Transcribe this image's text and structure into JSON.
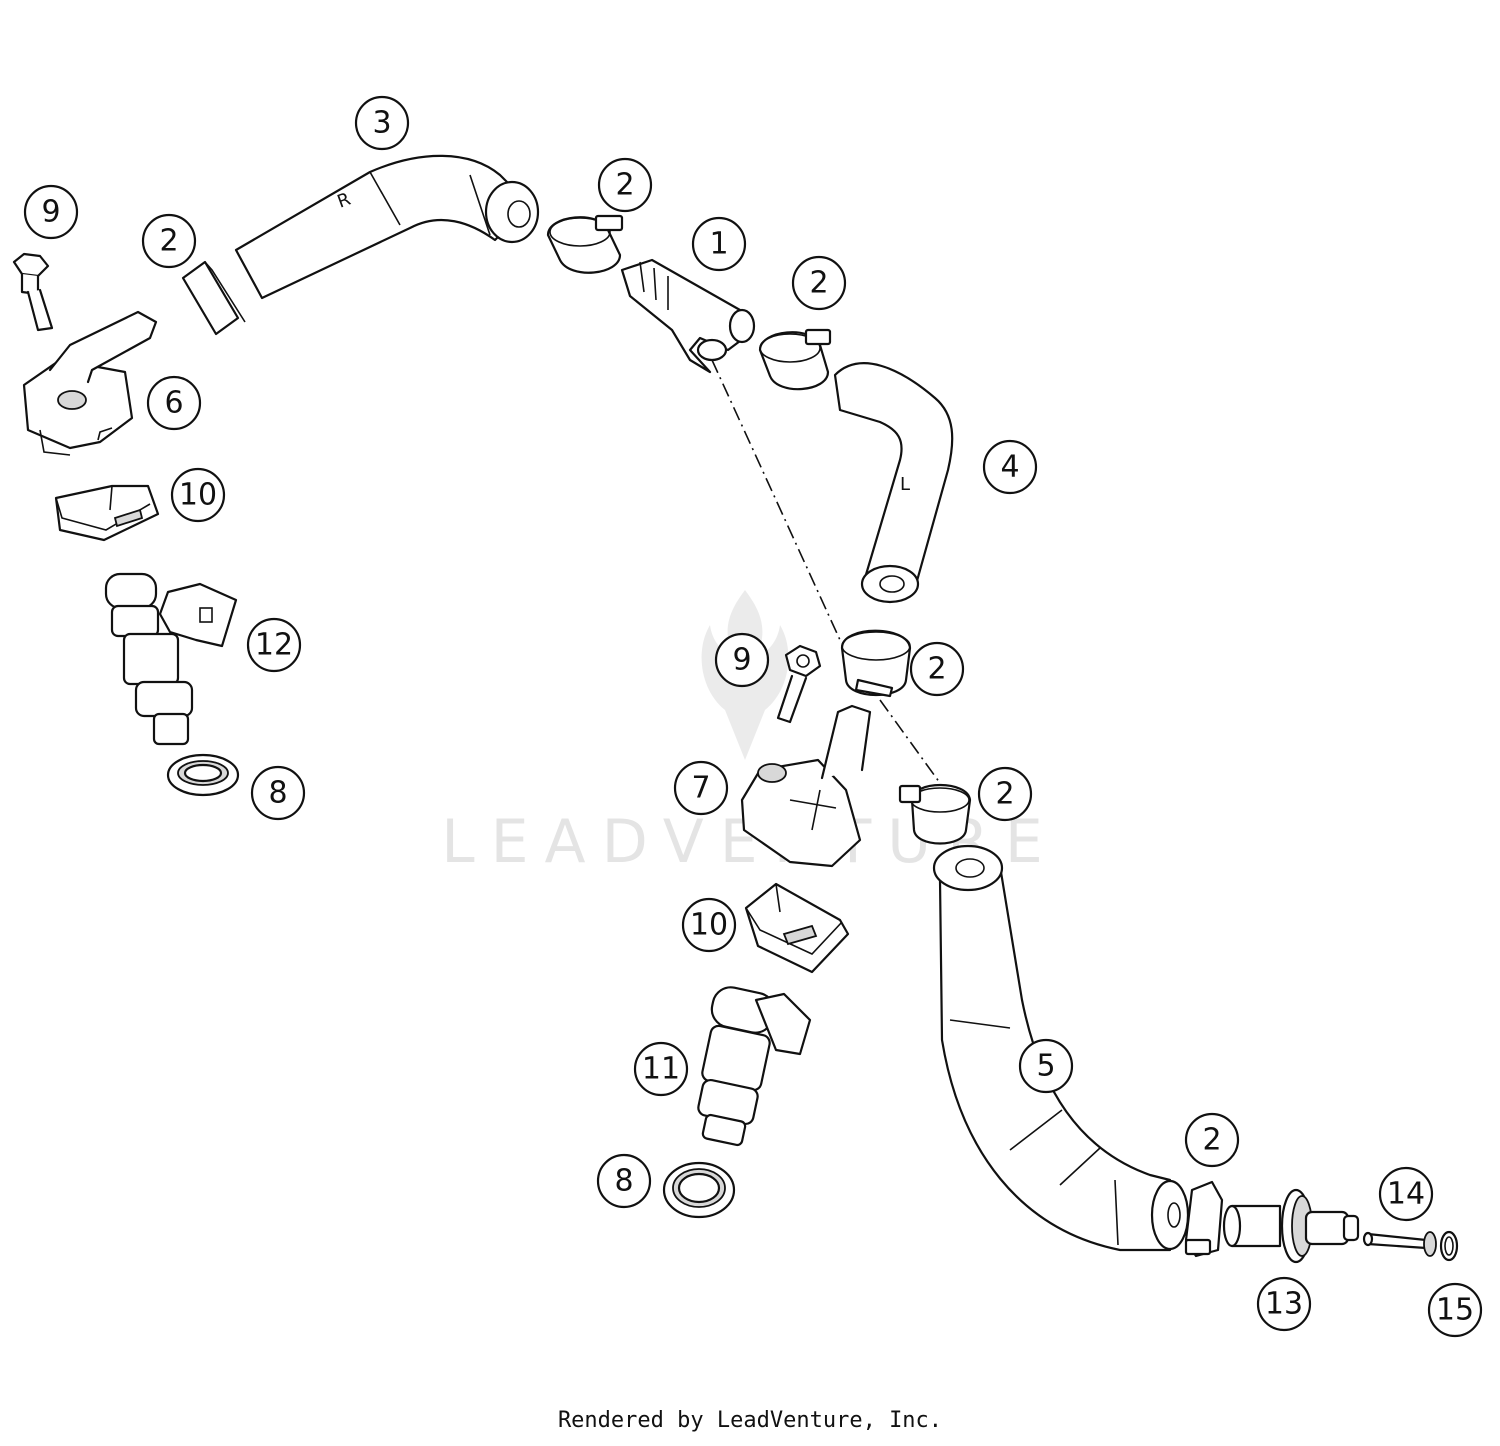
{
  "diagram": {
    "watermark": "LEADVENTURE",
    "footer": "Rendered by LeadVenture, Inc.",
    "hose_marks": {
      "hose_3": "R",
      "hose_4": "L"
    },
    "callouts": [
      {
        "id": "c1",
        "label": "1"
      },
      {
        "id": "c2a",
        "label": "2"
      },
      {
        "id": "c2b",
        "label": "2"
      },
      {
        "id": "c2c",
        "label": "2"
      },
      {
        "id": "c2d",
        "label": "2"
      },
      {
        "id": "c2e",
        "label": "2"
      },
      {
        "id": "c2f",
        "label": "2"
      },
      {
        "id": "c3",
        "label": "3"
      },
      {
        "id": "c4",
        "label": "4"
      },
      {
        "id": "c5",
        "label": "5"
      },
      {
        "id": "c6",
        "label": "6"
      },
      {
        "id": "c7",
        "label": "7"
      },
      {
        "id": "c8a",
        "label": "8"
      },
      {
        "id": "c8b",
        "label": "8"
      },
      {
        "id": "c9a",
        "label": "9"
      },
      {
        "id": "c9b",
        "label": "9"
      },
      {
        "id": "c10a",
        "label": "10"
      },
      {
        "id": "c10b",
        "label": "10"
      },
      {
        "id": "c11",
        "label": "11"
      },
      {
        "id": "c12",
        "label": "12"
      },
      {
        "id": "c13",
        "label": "13"
      },
      {
        "id": "c14",
        "label": "14"
      },
      {
        "id": "c15",
        "label": "15"
      }
    ]
  }
}
